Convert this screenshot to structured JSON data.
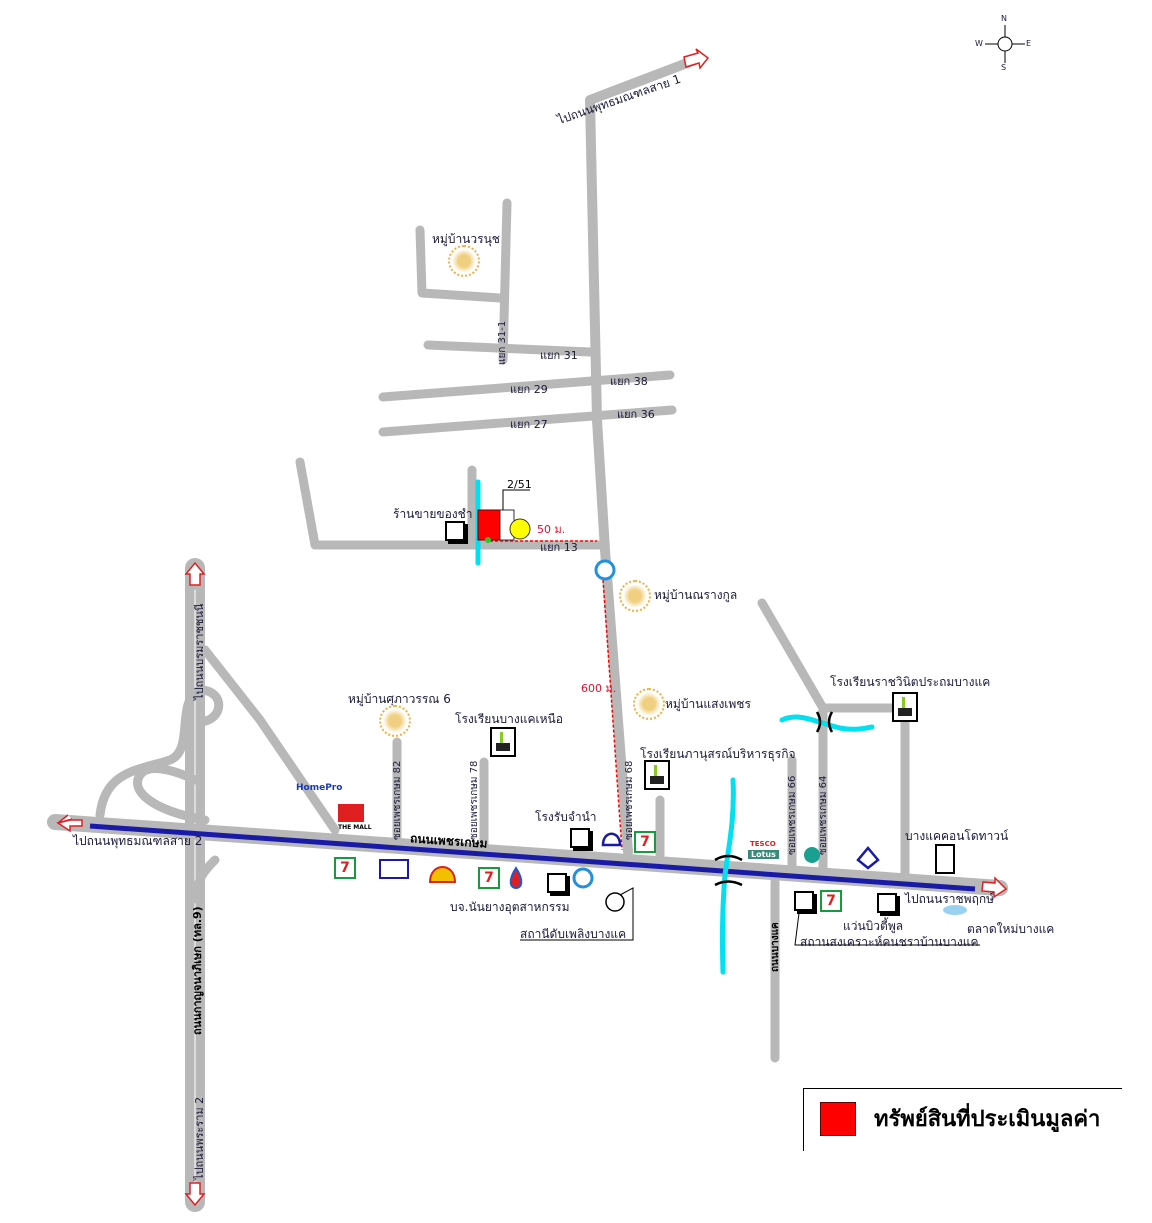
{
  "compass": {
    "n": "N",
    "s": "S",
    "w": "W",
    "e": "E"
  },
  "roads": {
    "to_phutthamonthon_1": "ไปถนนพุทธมณฑลสาย 1",
    "to_phutthamonthon_2": "ไปถนนพุทธมณฑลสาย 2",
    "to_borommaratchachonnani": "ไปถนนบรมราชชนนี",
    "to_rama_2": "ไปถนนพระราม 2",
    "kanchanaphisek": "ถนนกาญจนาภิเษก (ทล.9)",
    "phetkasem": "ถนนเพชรเกษม",
    "to_ratchaphruek": "ไปถนนราชพฤกษ์",
    "bang_khae_rd": "ถนนบางแค",
    "yaek_31_1": "แยก 31-1",
    "yaek_31": "แยก 31",
    "yaek_29": "แยก 29",
    "yaek_38": "แยก 38",
    "yaek_27": "แยก 27",
    "yaek_36": "แยก 36",
    "yaek_13": "แยก 13",
    "soi_82": "ซอยเพชรเกษม 82",
    "soi_78": "ซอยเพชรเกษม 78",
    "soi_68": "ซอยเพชรเกษม 68",
    "soi_66": "ซอยเพชรเกษม 66",
    "soi_64": "ซอยเพชรเกษม 64"
  },
  "distances": {
    "d50": "50 ม.",
    "d600": "600 ม."
  },
  "property": {
    "number": "2/51"
  },
  "places": {
    "woranuch": "หมู่บ้านวรนุช",
    "grocery": "ร้านขายของชำ",
    "narangkul": "หมู่บ้านณรางกูล",
    "saengphet": "หมู่บ้านแสงเพชร",
    "supawan6": "หมู่บ้านศุภาวรรณ 6",
    "school_bangkhae_nuea": "โรงเรียนบางแคเหนือ",
    "school_phanusorn": "โรงเรียนภานุสรณ์บริหารธุรกิจ",
    "school_ratchawinit": "โรงเรียนราชวินิตประถมบางแค",
    "pawnshop": "โรงรับจำนำ",
    "nanyang": "บจ.นันยางอุตสาหกรรม",
    "fire_station": "สถานีดับเพลิงบางแค",
    "condo": "บางแคคอนโดทาวน์",
    "beauty_pool": "แว่นบิวตี้พูล",
    "market": "ตลาดใหม่บางแค",
    "elderly_home": "สถานสงเคราะห์คนชราบ้านบางแค"
  },
  "brands": {
    "homepro": "HomePro",
    "the_mall": "THE MALL",
    "tesco": "TESCO",
    "lotus": "Lotus",
    "seven": "7"
  },
  "legend": {
    "label": "ทรัพย์สินที่ประเมินมูลค่า",
    "color": "#ff0000"
  },
  "colors": {
    "road": "#b8b8b8",
    "main_road": "#1a1aa8",
    "canal": "#00e0f0",
    "distance": "#ff0000"
  }
}
